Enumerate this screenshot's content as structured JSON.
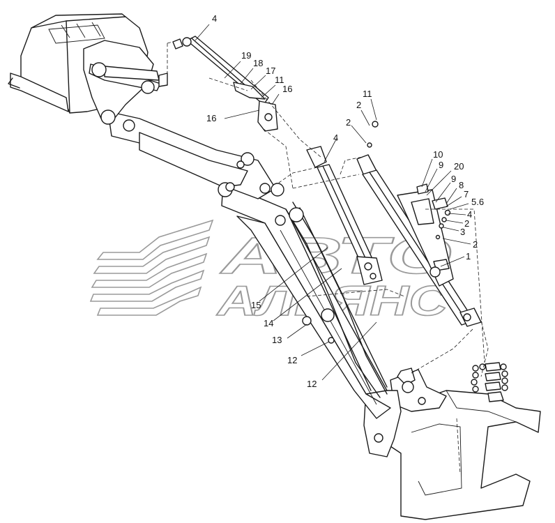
{
  "watermark": {
    "line1": "АВТО",
    "line2": "АЛЬЯНС"
  },
  "callouts": [
    {
      "id": "c4a",
      "text": "4"
    },
    {
      "id": "c19",
      "text": "19"
    },
    {
      "id": "c18",
      "text": "18"
    },
    {
      "id": "c17",
      "text": "17"
    },
    {
      "id": "c11a",
      "text": "11"
    },
    {
      "id": "c16a",
      "text": "16"
    },
    {
      "id": "c16b",
      "text": "16"
    },
    {
      "id": "c11b",
      "text": "11"
    },
    {
      "id": "c2a",
      "text": "2"
    },
    {
      "id": "c2b",
      "text": "2"
    },
    {
      "id": "c4b",
      "text": "4"
    },
    {
      "id": "c10",
      "text": "10"
    },
    {
      "id": "c9a",
      "text": "9"
    },
    {
      "id": "c20",
      "text": "20"
    },
    {
      "id": "c9b",
      "text": "9"
    },
    {
      "id": "c8",
      "text": "8"
    },
    {
      "id": "c7",
      "text": "7"
    },
    {
      "id": "c56",
      "text": "5.6"
    },
    {
      "id": "c4c",
      "text": "4"
    },
    {
      "id": "c2c",
      "text": "2"
    },
    {
      "id": "c3",
      "text": "3"
    },
    {
      "id": "c2d",
      "text": "2"
    },
    {
      "id": "c1",
      "text": "1"
    },
    {
      "id": "c15",
      "text": "15"
    },
    {
      "id": "c14",
      "text": "14"
    },
    {
      "id": "c13",
      "text": "13"
    },
    {
      "id": "c12a",
      "text": "12"
    },
    {
      "id": "c12b",
      "text": "12"
    }
  ]
}
